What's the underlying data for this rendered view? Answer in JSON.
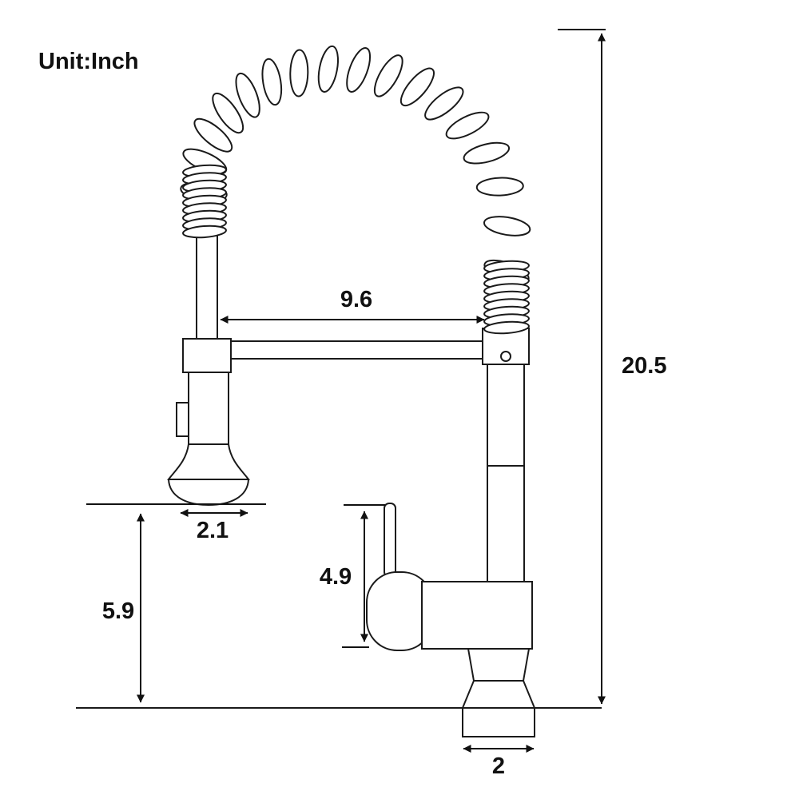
{
  "diagram": {
    "unit_label": "Unit:Inch",
    "dim_total_height": "20.5",
    "dim_horizontal_reach": "9.6",
    "dim_spray_width": "2.1",
    "dim_spray_clearance": "5.9",
    "dim_handle_height": "4.9",
    "dim_base_width": "2"
  }
}
